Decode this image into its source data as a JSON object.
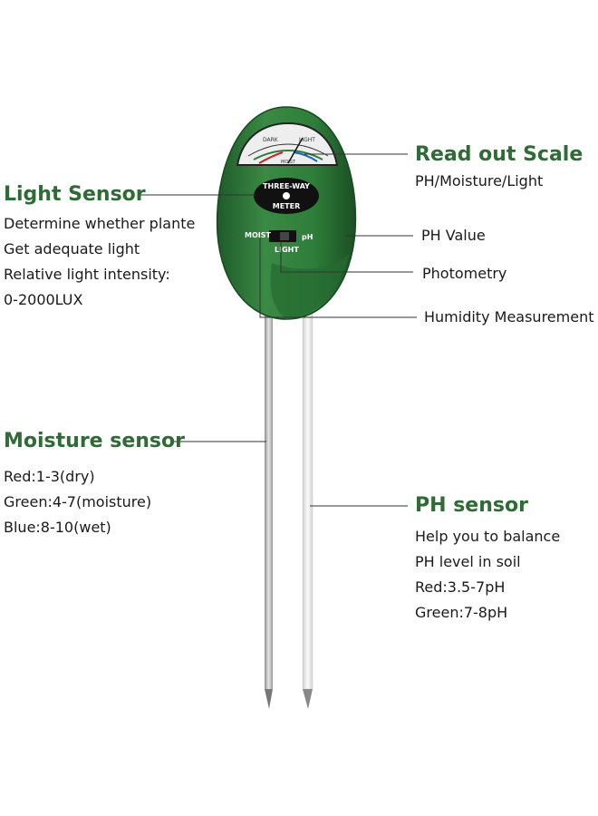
{
  "colors": {
    "heading": "#2f6b34",
    "body_green": "#2e7d3a",
    "body_dark": "#1f5a29",
    "probe_metal": "#c9c9c9",
    "probe_white": "#f2f2f2",
    "leader_line": "#333333"
  },
  "device": {
    "badge_line1": "THREE-WAY",
    "badge_line2": "METER",
    "switch_left": "MOIST",
    "switch_right": "pH",
    "switch_bottom": "LIGHT",
    "dial_top_left": "DARK",
    "dial_top_right": "LIGHT",
    "dial_bottom": "MOIST"
  },
  "callouts": {
    "light_sensor": {
      "title": "Light Sensor",
      "lines": [
        "Determine whether plante",
        "Get adequate light",
        "Relative light intensity:",
        "0-2000LUX"
      ]
    },
    "read_out": {
      "title": "Read out Scale",
      "subtitle": "PH/Moisture/Light"
    },
    "ph_value": "PH Value",
    "photometry": "Photometry",
    "humidity": "Humidity Measurement",
    "moisture_sensor": {
      "title": "Moisture sensor",
      "lines": [
        "Red:1-3(dry)",
        "Green:4-7(moisture)",
        "Blue:8-10(wet)"
      ]
    },
    "ph_sensor": {
      "title": "PH sensor",
      "lines": [
        "Help you to balance",
        "PH level in soil",
        "Red:3.5-7pH",
        "Green:7-8pH"
      ]
    }
  }
}
